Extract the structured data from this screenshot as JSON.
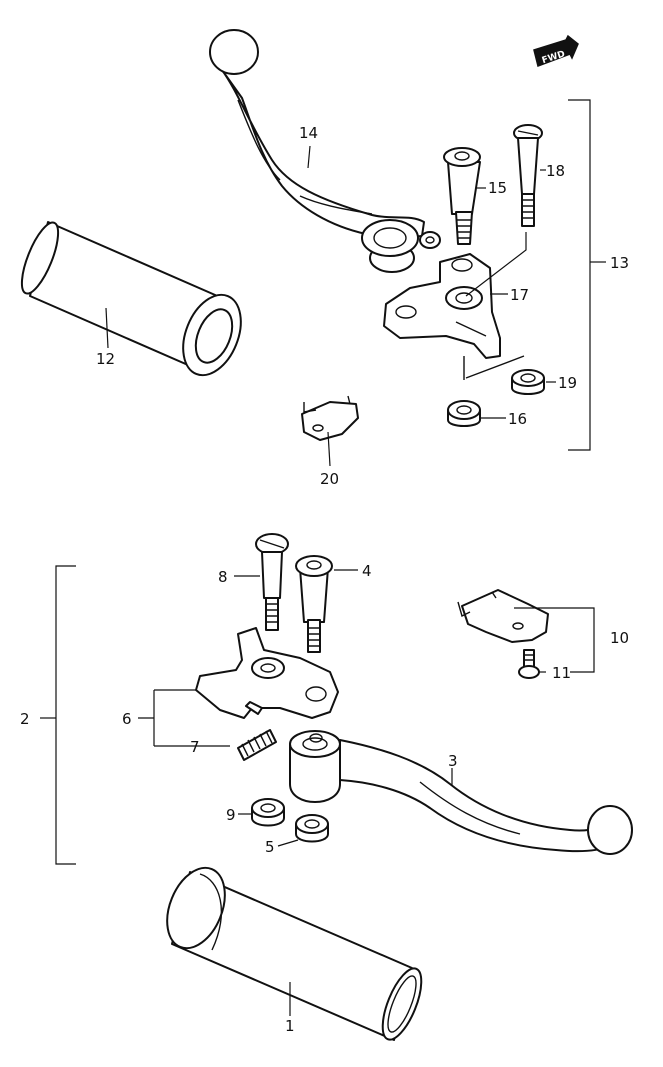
{
  "badge": {
    "text": "FWD"
  },
  "callouts": {
    "c1": "1",
    "c2": "2",
    "c3": "3",
    "c4": "4",
    "c5": "5",
    "c6": "6",
    "c7": "7",
    "c8": "8",
    "c9": "9",
    "c10": "10",
    "c11": "11",
    "c12": "12",
    "c13": "13",
    "c14": "14",
    "c15": "15",
    "c16": "16",
    "c17": "17",
    "c18": "18",
    "c19": "19",
    "c20": "20"
  }
}
